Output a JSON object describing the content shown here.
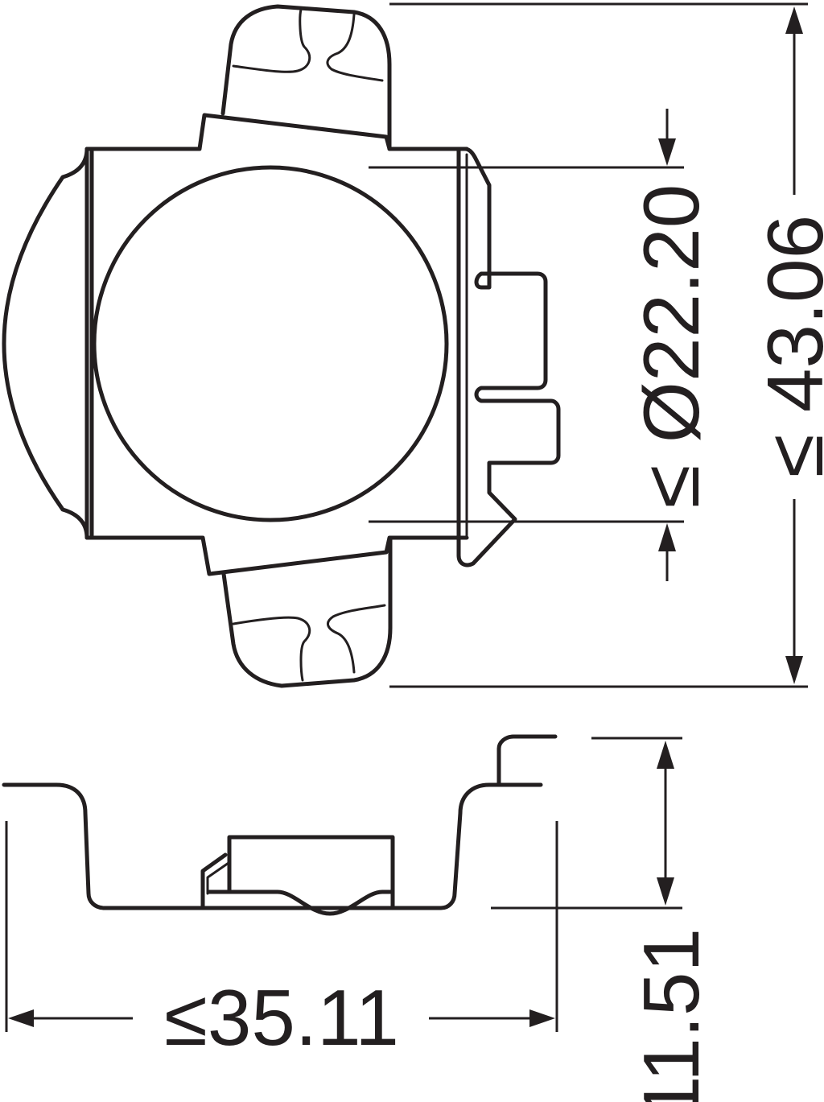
{
  "dimensions": {
    "diameter": "≤ Ø22.20",
    "height": "≤ 43.06",
    "width": "≤35.11",
    "depth": "11.51"
  }
}
